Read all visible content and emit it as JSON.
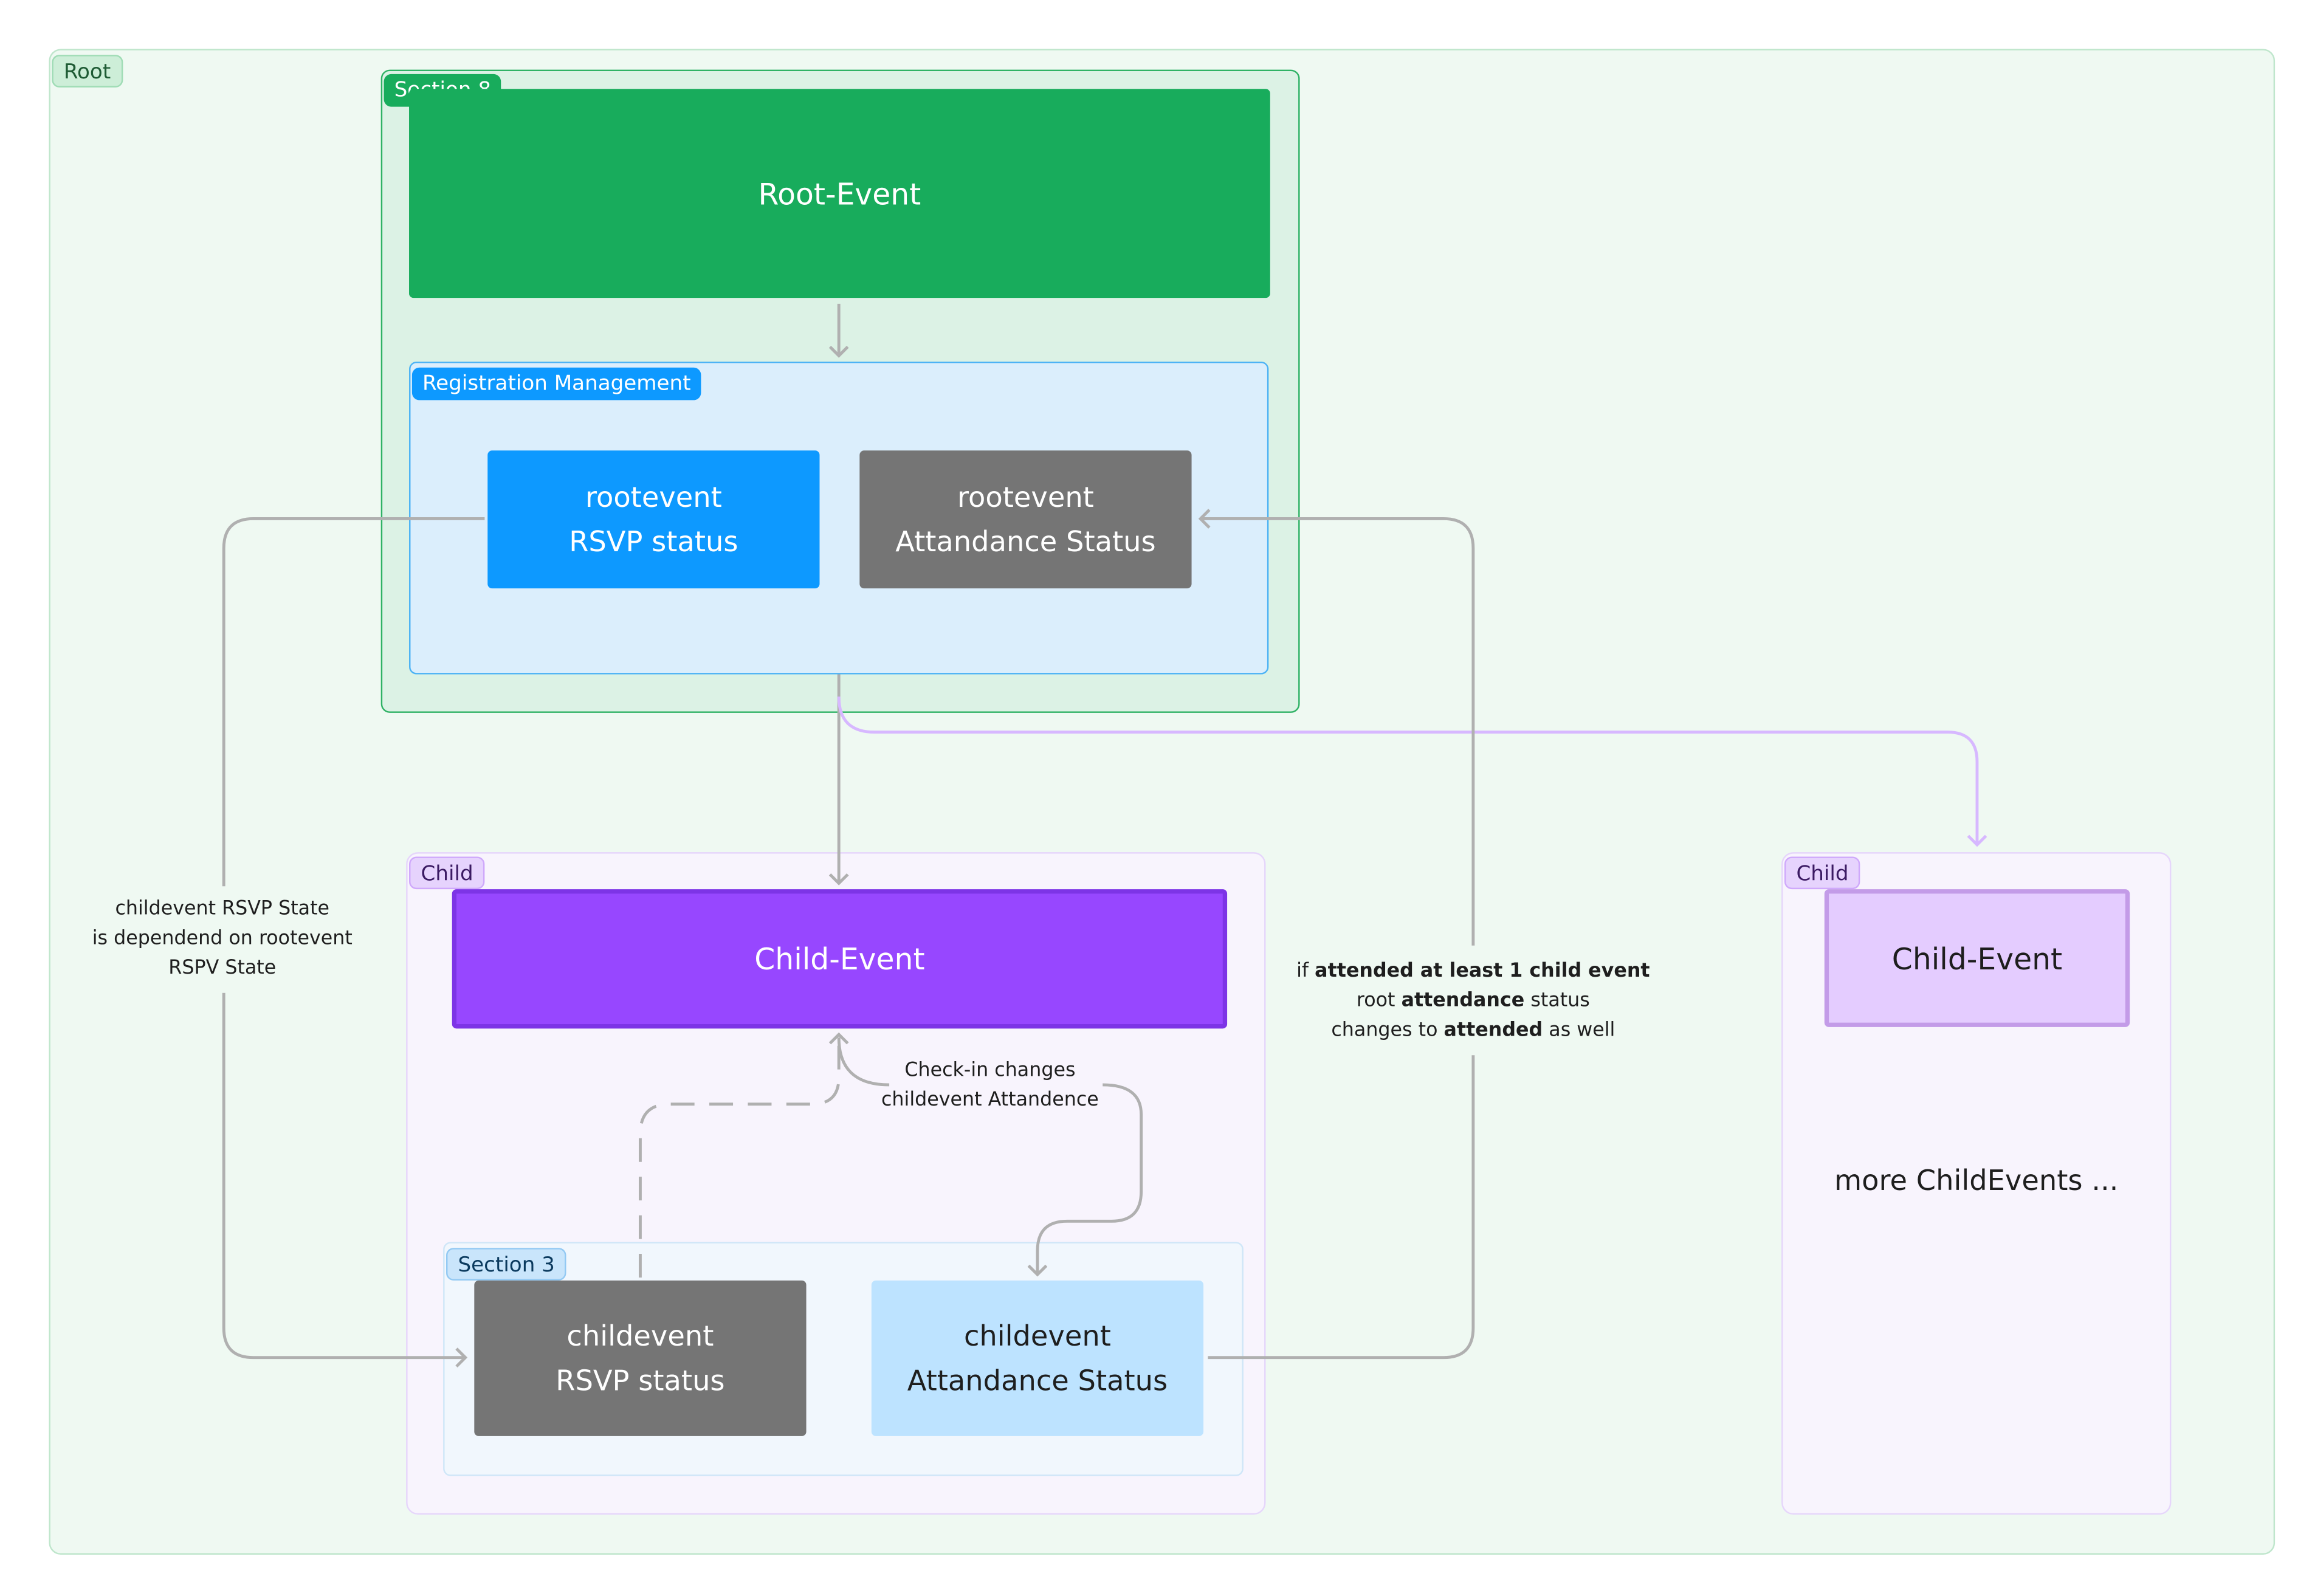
{
  "colors": {
    "root_bg": "#eff9f2",
    "root_border": "#bfe6cc",
    "section8_bg": "#dcf2e5",
    "section8_border": "#2fb265",
    "green": "#18ac5c",
    "blue": "#0d99ff",
    "gray": "#757575",
    "light_blue": "#bde3ff",
    "purple": "#9747ff",
    "light_purple": "#e4ccff",
    "arrow_gray": "#b0b0b0",
    "arrow_purple": "#d7b8ff"
  },
  "sections": {
    "root": "Root",
    "section8": "Section 8",
    "registration": "Registration Management",
    "child_main": "Child",
    "child_side": "Child",
    "section3": "Section 3"
  },
  "nodes": {
    "root_event": "Root-Event",
    "rootevent_rsvp": [
      "rootevent",
      "RSVP status"
    ],
    "rootevent_attendance": [
      "rootevent",
      "Attandance Status"
    ],
    "child_event": "Child-Event",
    "childevent_rsvp": [
      "childevent",
      "RSVP status"
    ],
    "childevent_attendance": [
      "childevent",
      "Attandance Status"
    ],
    "child_event_side": "Child-Event",
    "more_child_events": "more ChildEvents ..."
  },
  "notes": {
    "rsvp_dependency": [
      "childevent RSVP State",
      "is dependend on rootevent",
      "RSPV State"
    ],
    "checkin": [
      "Check-in changes",
      "childevent Attandence"
    ],
    "attendance_rule": {
      "line1_a": "if ",
      "line1_b": "attended at least 1 child event",
      "line2_a": "root ",
      "line2_b": "attendance",
      "line2_c": " status",
      "line3_a": "changes to ",
      "line3_b": "attended",
      "line3_c": " as well"
    }
  }
}
